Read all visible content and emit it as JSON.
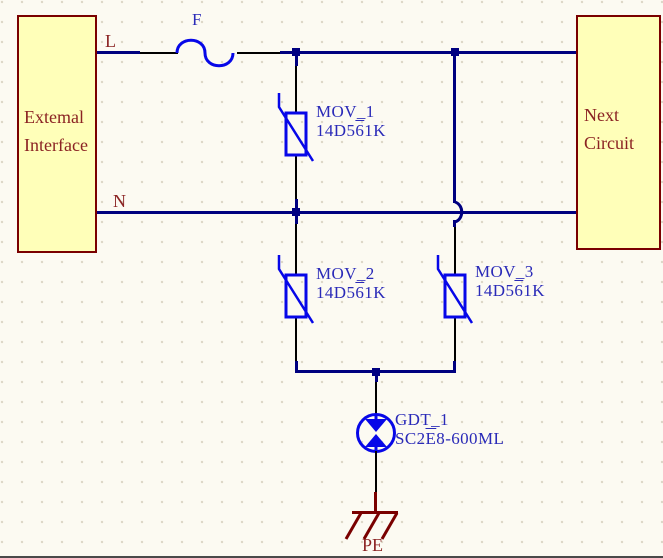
{
  "colors": {
    "wire": "#000080",
    "pin": "#000000",
    "symbol": "#0707E8",
    "label": "#2A2AB8",
    "brick": "#8B2323",
    "maroon": "#7A0000",
    "box_fill": "#FFFFB9",
    "background": "#FCFAF2",
    "grid_dot": "#DCD7C7",
    "window_edge": "#4A4A4A"
  },
  "boxes": {
    "left": {
      "line1": "Extemal",
      "line2": "Interface"
    },
    "right": {
      "line1": "Next",
      "line2": "Circuit"
    }
  },
  "nets": {
    "live": "L",
    "neutral": "N",
    "earth": "PE"
  },
  "fuse": {
    "ref": "F"
  },
  "varistors": [
    {
      "ref": "MOV_1",
      "part_pre": "14D5",
      "part_bar": "6",
      "part_post": "1K"
    },
    {
      "ref": "MOV_2",
      "part_pre": "14D5",
      "part_bar": "6",
      "part_post": "1K"
    },
    {
      "ref": "MOV_3",
      "part_pre": "14D5",
      "part_bar": "6",
      "part_post": "1K"
    }
  ],
  "gdt": {
    "ref": "GDT_1",
    "part_pre": "SC2",
    "part_bar": "E",
    "part_post": "8-600ML"
  }
}
